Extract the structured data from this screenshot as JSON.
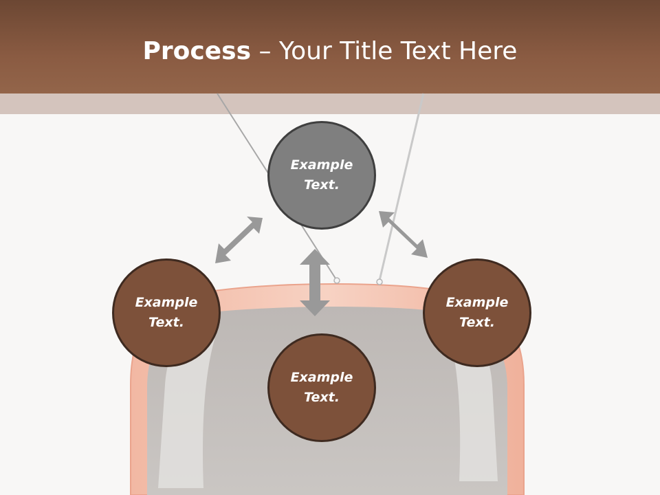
{
  "header": {
    "title_bold": "Process",
    "title_rest": " – Your Title Text Here"
  },
  "nodes": {
    "top": "Example Text.",
    "left": "Example Text.",
    "right": "Example Text.",
    "bottom": "Example Text."
  },
  "colors": {
    "header": "#8a5b42",
    "node_brown": "#7d513a",
    "node_gray": "#7f7f7f",
    "arrow": "#999999"
  }
}
